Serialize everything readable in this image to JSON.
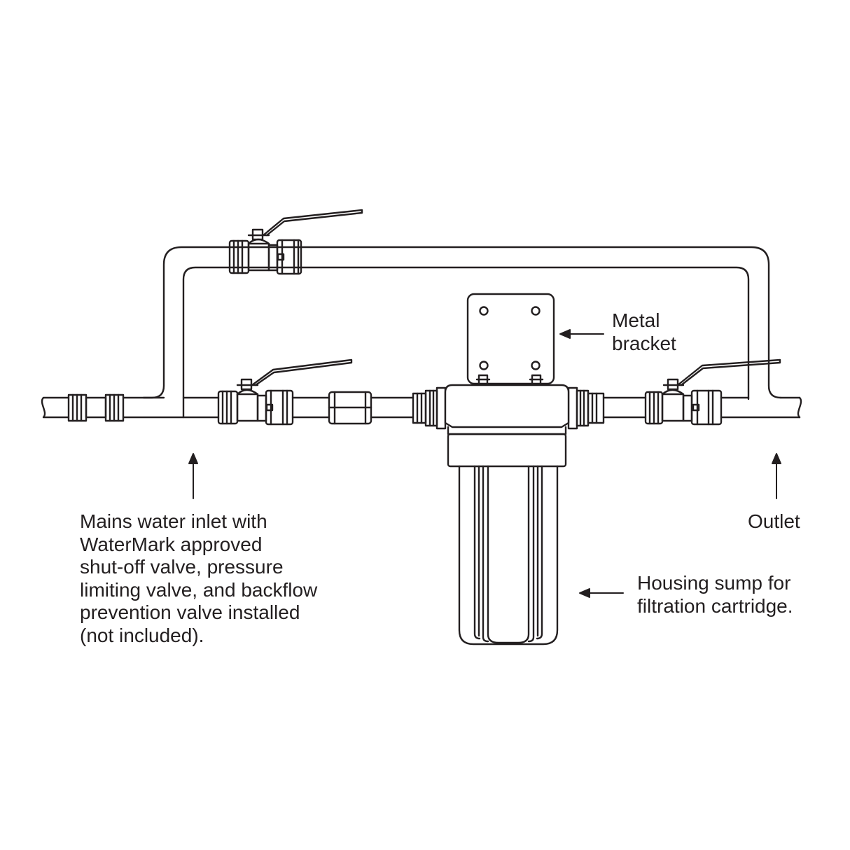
{
  "colors": {
    "line": "#231f20",
    "background": "#ffffff"
  },
  "labels": {
    "bracket": [
      "Metal",
      "bracket"
    ],
    "outlet": [
      "Outlet"
    ],
    "housing": [
      "Housing sump for",
      "filtration cartridge."
    ],
    "inlet": [
      "Mains water inlet with",
      "WaterMark approved",
      "shut-off valve, pressure",
      "limiting valve, and backflow",
      "prevention valve installed",
      "(not included)."
    ]
  }
}
